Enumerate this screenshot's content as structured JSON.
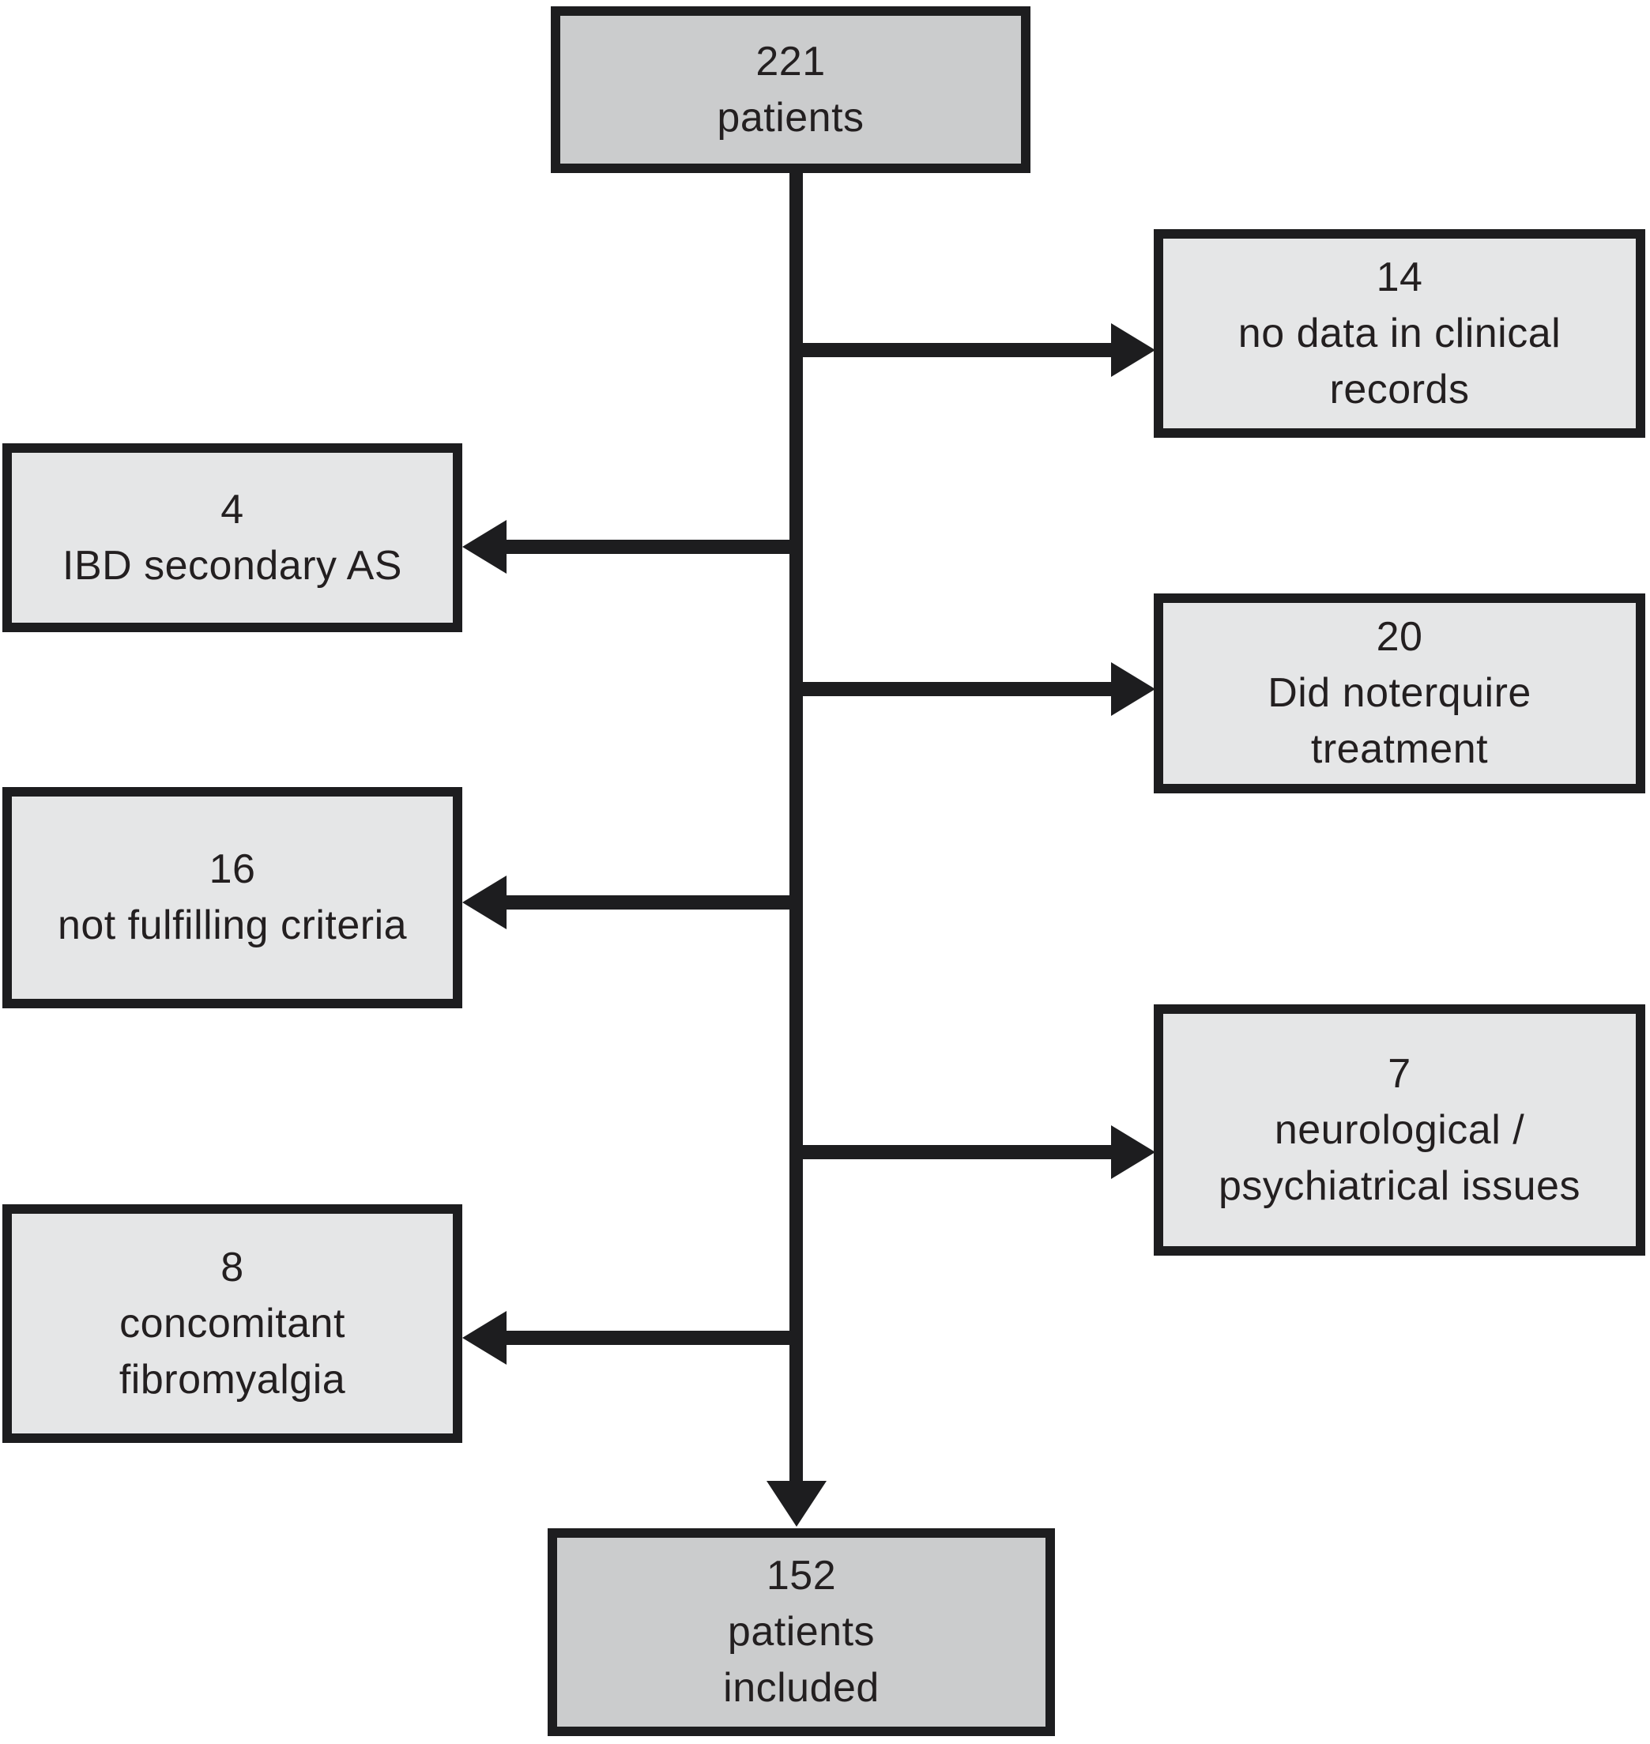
{
  "diagram": {
    "type": "patient-flow-diagram",
    "colors": {
      "background": "#ffffff",
      "line": "#1d1d1f",
      "box_border": "#1d1d1f",
      "main_box_fill": "#cbcccd",
      "exclusion_box_fill": "#e5e6e7",
      "text": "#231f20"
    },
    "nodes": {
      "patients_initial": {
        "count": "221",
        "lines": [
          "221",
          "patients"
        ]
      },
      "no_data": {
        "count": "14",
        "lines": [
          "14",
          "no data in clinical",
          "records"
        ]
      },
      "ibd": {
        "count": "4",
        "lines": [
          "4",
          "IBD secondary AS"
        ]
      },
      "no_treatment": {
        "count": "20",
        "lines": [
          "20",
          "Did noterquire",
          "treatment"
        ]
      },
      "criteria": {
        "count": "16",
        "lines": [
          "16",
          "not fulfilling criteria"
        ]
      },
      "neuro": {
        "count": "7",
        "lines": [
          "7",
          "neurological /",
          "psychiatrical issues"
        ]
      },
      "fibromyalgia": {
        "count": "8",
        "lines": [
          "8",
          "concomitant",
          "fibromyalgia"
        ]
      },
      "patients_included": {
        "count": "152",
        "lines": [
          "152",
          "patients",
          "included"
        ]
      }
    }
  }
}
